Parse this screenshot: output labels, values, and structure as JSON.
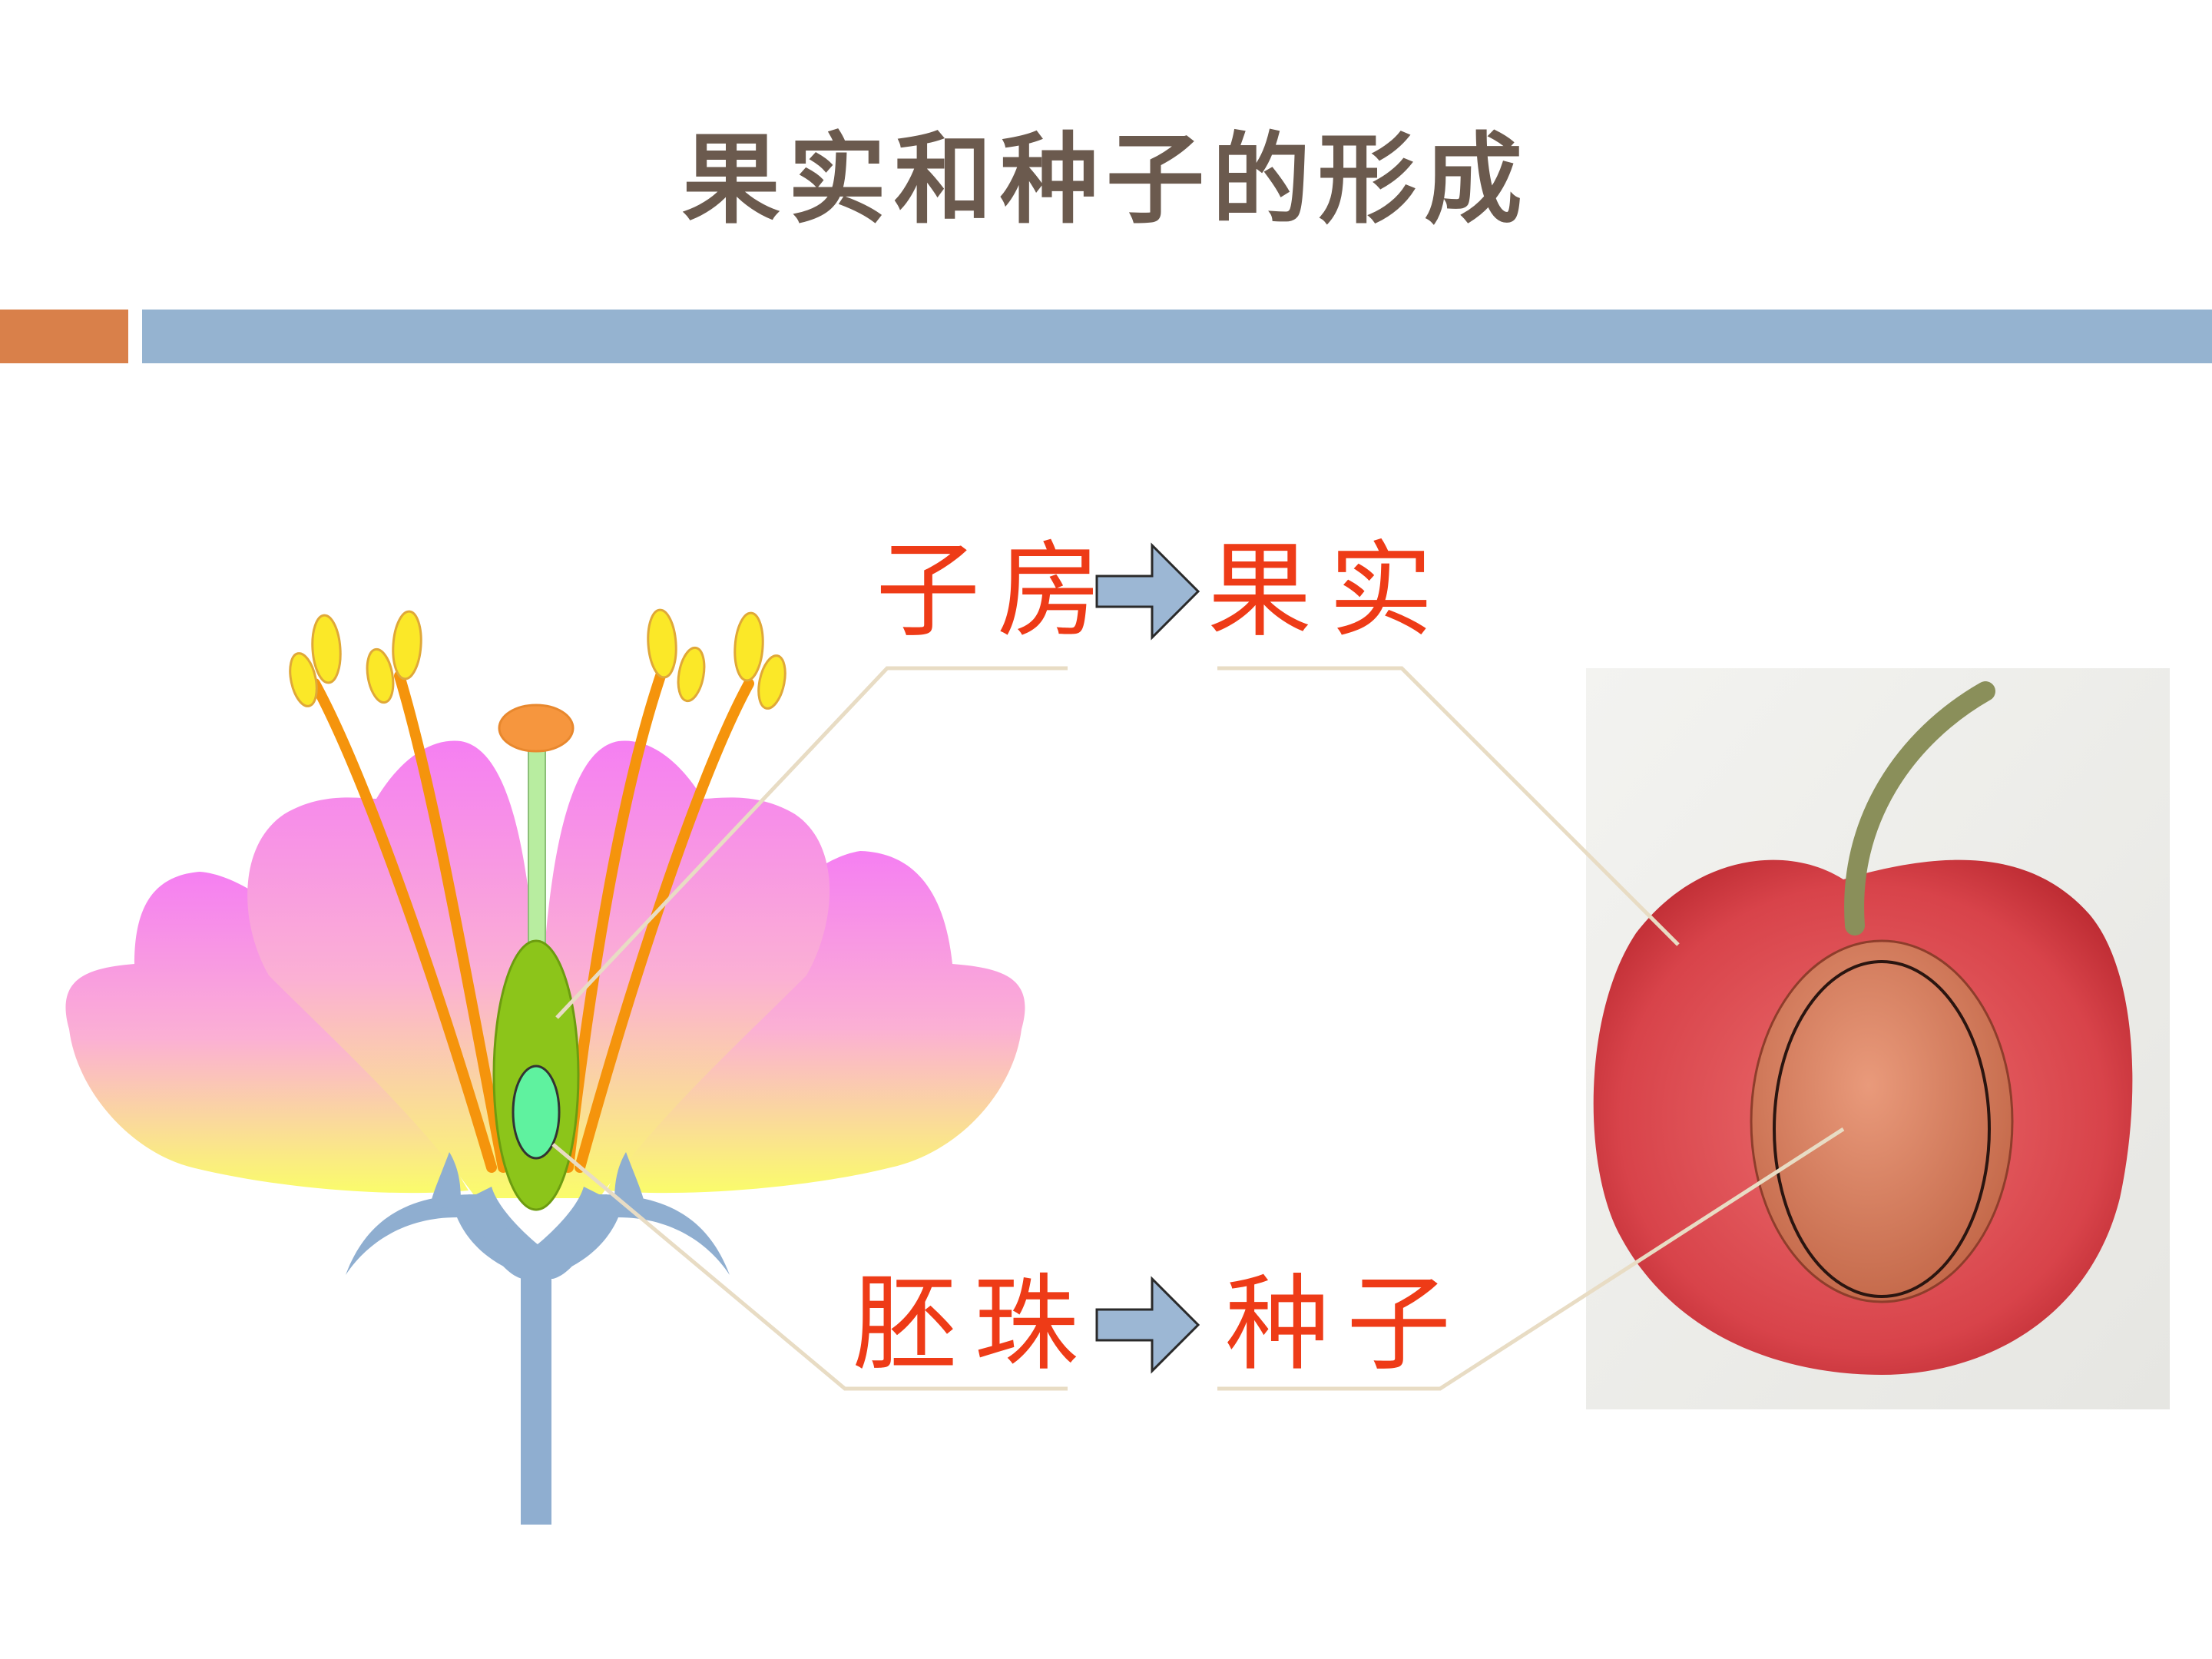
{
  "slide": {
    "title": "果实和种子的形成"
  },
  "labels": {
    "ovary": "子房",
    "fruit": "果实",
    "ovule": "胚珠",
    "seed": "种子"
  },
  "colors": {
    "title": "#6b5a4e",
    "band_accent": "#d9804a",
    "band_main": "#95b3d0",
    "label_red": "#ee3b17",
    "arrow_fill": "#9cb7d4",
    "leader_line": "#e8dcc4",
    "petal_top": "#f57ff2",
    "petal_bottom": "#fafc6b",
    "stamen": "#f5940c",
    "anther": "#fbe828",
    "stigma": "#f6963e",
    "style_stalk": "#b8eda0",
    "ovary_fill": "#8cc51a",
    "ovule_fill": "#5ff29f",
    "stem": "#8faed0",
    "fruit_flesh": "#d8434a",
    "fruit_pit": "#c56a4b",
    "fruit_stalk": "#8a8f5a"
  }
}
